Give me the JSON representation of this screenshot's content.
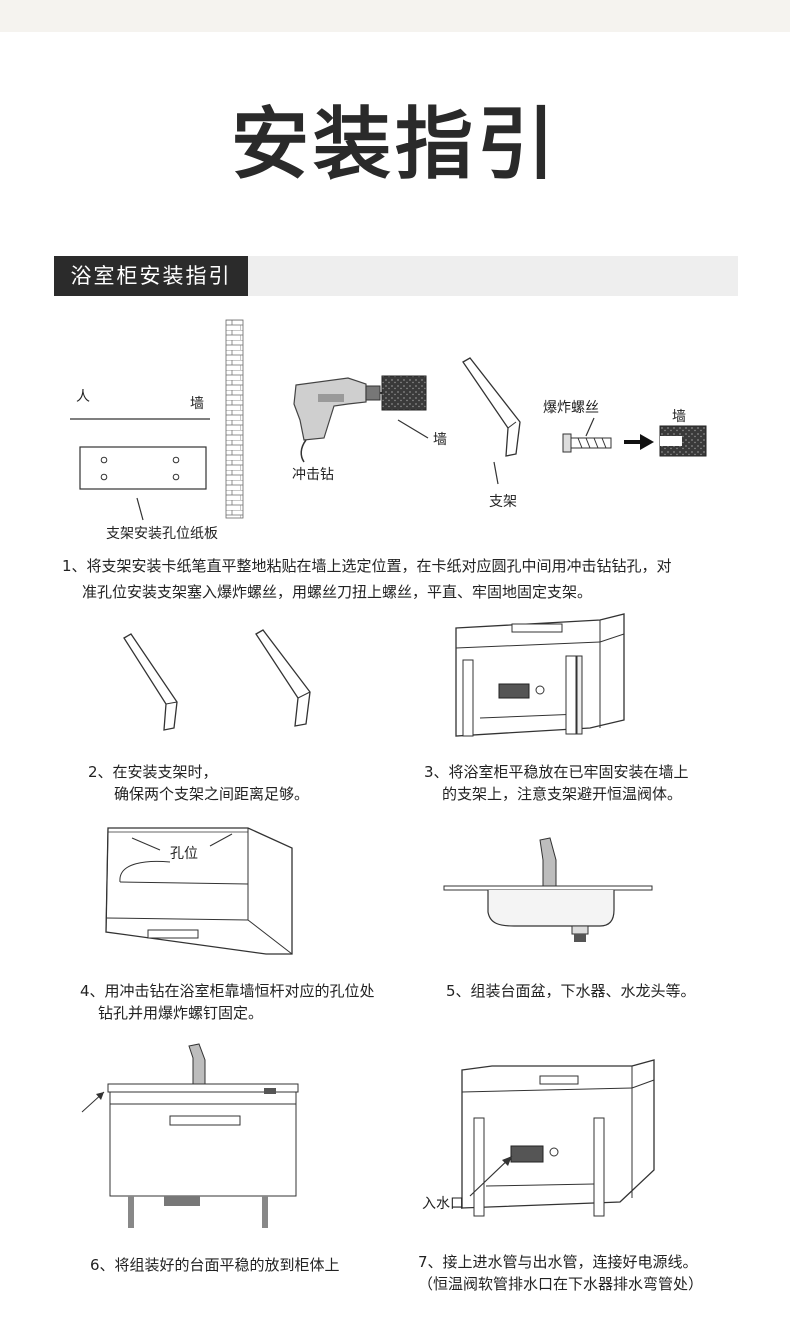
{
  "title": "安装指引",
  "section": {
    "label": "浴室柜安装指引"
  },
  "diagram1": {
    "person_label": "人",
    "wall_label": "墙",
    "template_label": "支架安装孔位纸板",
    "drill_label": "冲击钻",
    "drill_wall_label": "墙",
    "bracket_label": "支架",
    "anchor_label": "爆炸螺丝",
    "anchor_wall_label": "墙"
  },
  "steps": {
    "s1_line1": "1、将支架安装卡纸笔直平整地粘贴在墙上选定位置，在卡纸对应圆孔中间用冲击钻钻孔，对",
    "s1_line2": "准孔位安装支架塞入爆炸螺丝，用螺丝刀扭上螺丝，平直、牢固地固定支架。",
    "s2_line1": "2、在安装支架时，",
    "s2_line2": "确保两个支架之间距离足够。",
    "s3_line1": "3、将浴室柜平稳放在已牢固安装在墙上",
    "s3_line2": "的支架上，注意支架避开恒温阀体。",
    "s4_hole_label": "孔位",
    "s4_line1": "4、用冲击钻在浴室柜靠墙恒杆对应的孔位处",
    "s4_line2": "钻孔并用爆炸螺钉固定。",
    "s5_line1": "5、组装台面盆，下水器、水龙头等。",
    "s6_line1": "6、将组装好的台面平稳的放到柜体上",
    "s7_inlet_label": "入水口",
    "s7_line1": "7、接上进水管与出水管，连接好电源线。",
    "s7_line2": "（恒温阀软管排水口在下水器排水弯管处）"
  }
}
